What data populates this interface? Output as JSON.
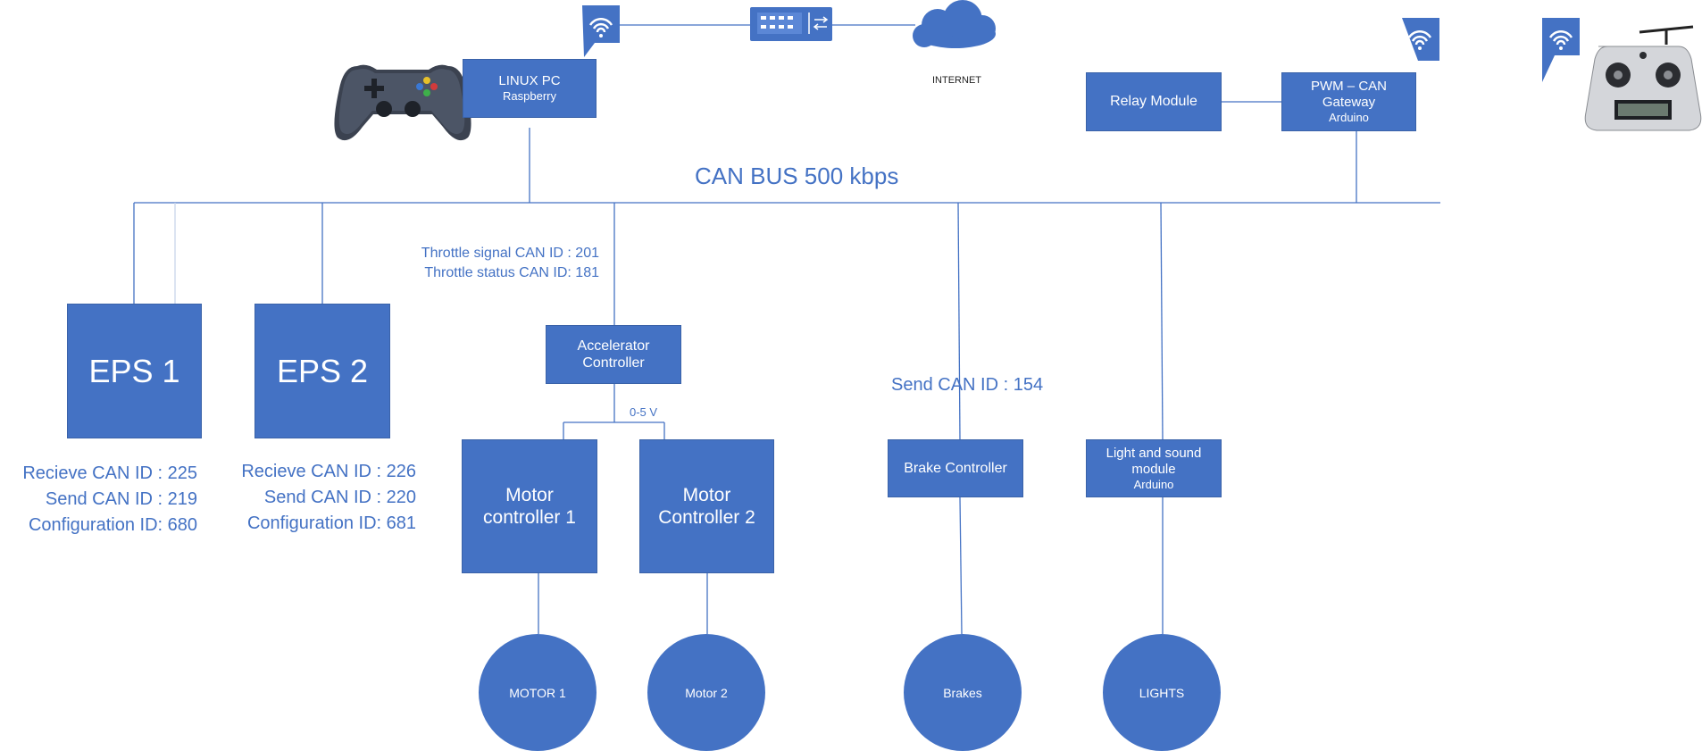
{
  "bus_label": "CAN BUS 500 kbps",
  "internet_label": "INTERNET",
  "nodes": {
    "linux_pc": {
      "title": "LINUX PC",
      "sub": "Raspberry"
    },
    "relay": {
      "title": "Relay Module"
    },
    "gateway": {
      "title": "PWM – CAN Gateway",
      "sub": "Arduino"
    },
    "eps1": {
      "title": "EPS 1"
    },
    "eps2": {
      "title": "EPS 2"
    },
    "accel": {
      "title": "Accelerator Controller"
    },
    "motor1": {
      "title": "Motor controller 1"
    },
    "motor2": {
      "title": "Motor Controller 2"
    },
    "brake": {
      "title": "Brake Controller"
    },
    "light": {
      "title": "Light and sound module",
      "sub": "Arduino"
    }
  },
  "endpoints": {
    "motor1": "MOTOR 1",
    "motor2": "Motor 2",
    "brakes": "Brakes",
    "lights": "LIGHTS"
  },
  "annotations": {
    "eps1": [
      "Recieve CAN ID : 225",
      "Send CAN ID : 219",
      "Configuration ID: 680"
    ],
    "eps2": [
      "Recieve CAN ID : 226",
      "Send CAN ID : 220",
      "Configuration ID: 681"
    ],
    "throttle": [
      "Throttle signal CAN ID : 201",
      "Throttle status CAN ID: 181"
    ],
    "voltage": "0-5 V",
    "brake_send": "Send CAN ID : 154"
  },
  "icons": [
    "wifi-icon",
    "network-switch-icon",
    "cloud-icon",
    "gamepad-icon",
    "rc-transmitter-icon"
  ],
  "colors": {
    "box": "#4472c4",
    "line": "#4472c4",
    "text": "#4472c4"
  }
}
